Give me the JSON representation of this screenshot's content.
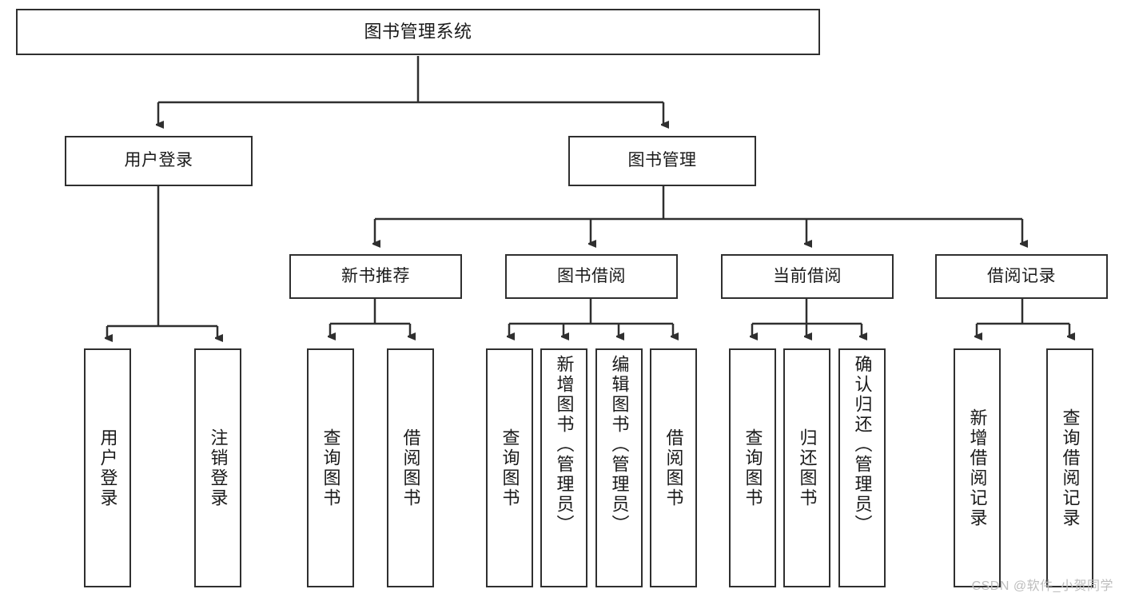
{
  "diagram": {
    "title": "图书管理系统",
    "type": "tree",
    "root": {
      "label": "图书管理系统"
    },
    "level2": [
      {
        "label": "用户登录"
      },
      {
        "label": "图书管理"
      }
    ],
    "level3": [
      {
        "label": "新书推荐"
      },
      {
        "label": "图书借阅"
      },
      {
        "label": "当前借阅"
      },
      {
        "label": "借阅记录"
      }
    ],
    "leaves_user_login": [
      {
        "label": "用户登录"
      },
      {
        "label": "注销登录"
      }
    ],
    "leaves_new_book": [
      {
        "label": "查询图书"
      },
      {
        "label": "借阅图书"
      }
    ],
    "leaves_borrow": [
      {
        "label": "查询图书"
      },
      {
        "label": "新增图书（管理员）"
      },
      {
        "label": "编辑图书（管理员）"
      },
      {
        "label": "借阅图书"
      }
    ],
    "leaves_current": [
      {
        "label": "查询图书"
      },
      {
        "label": "归还图书"
      },
      {
        "label": "确认归还（管理员）"
      }
    ],
    "leaves_records": [
      {
        "label": "新增借阅记录"
      },
      {
        "label": "查询借阅记录"
      }
    ]
  },
  "watermark": {
    "text": "CSDN @软件_小贺同学"
  },
  "colors": {
    "stroke": "#2f2f2f",
    "fill": "#ffffff",
    "text": "#1a1a1a",
    "watermark": "#bdbdbd"
  }
}
